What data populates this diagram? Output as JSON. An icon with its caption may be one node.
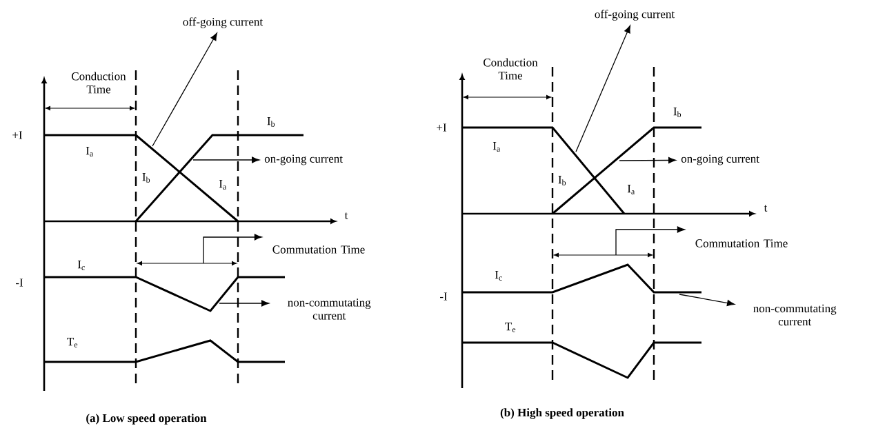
{
  "diagram": {
    "nodes": [
      {
        "text": [
          "off-going current"
        ]
      },
      {
        "text": [
          "on-going current"
        ]
      },
      {
        "text": [
          "Commutation Time"
        ]
      },
      {
        "text": [
          "non-commutating current"
        ]
      },
      {
        "text": [
          "off-going current"
        ]
      },
      {
        "text": [
          "on-going current"
        ]
      },
      {
        "text": [
          "Commutation Time"
        ]
      },
      {
        "text": [
          "non-commutating current"
        ]
      },
      {
        "text": [],
        "shape": "line"
      },
      {
        "text": [],
        "shape": "line"
      },
      {
        "text": [],
        "shape": "line"
      },
      {
        "text": [],
        "shape": "arrow"
      },
      {
        "text": [],
        "shape": "line"
      },
      {
        "text": [],
        "shape": "line"
      },
      {
        "text": [],
        "shape": "line"
      },
      {
        "text": [],
        "shape": "arrow"
      }
    ],
    "edges": [
      {
        "from": 8,
        "to": 0,
        "arrow": "to"
      },
      {
        "from": 9,
        "to": 1,
        "arrow": "to"
      },
      {
        "from": 11,
        "to": 2,
        "arrow": "to"
      },
      {
        "from": 10,
        "to": 3,
        "arrow": "to"
      },
      {
        "from": 12,
        "to": 4,
        "arrow": "to"
      },
      {
        "from": 13,
        "to": 5,
        "arrow": "to"
      },
      {
        "from": 15,
        "to": 6,
        "arrow": "to"
      },
      {
        "from": 14,
        "to": 7,
        "arrow": "to"
      }
    ],
    "labels": [
      "Conduction Time",
      "+I",
      "I$_{b}$",
      "I$_{a}$",
      "I$_{b}$",
      "I$_{a}$",
      "t",
      "I$_{c}$",
      "-I",
      "T$_{e}$",
      "(a) Low speed operation",
      "Conduction Time",
      "+I",
      "I$_{b}$",
      "I$_{a}$",
      "I$_{b}$",
      "I$_{a}$",
      "t",
      "I$_{c}$",
      "-I",
      "T$_{e}$",
      "(b) High speed operation"
    ]
  }
}
